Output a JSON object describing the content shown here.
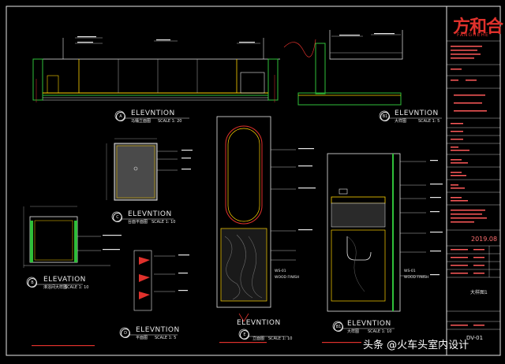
{
  "views": {
    "a": {
      "id": "A",
      "title": "ELEVNTION",
      "subtitle": "马桶立面图",
      "scale": "SCALE 1: 20"
    },
    "b1": {
      "id": "B1",
      "title": "ELEVNTION",
      "subtitle": "大样图",
      "scale": "SCALE 1: 5"
    },
    "c": {
      "id": "C",
      "title": "ELEVNTION",
      "subtitle": "台面平面图",
      "scale": "SCALE 1: 10"
    },
    "b": {
      "id": "B",
      "title": "ELEVATION",
      "subtitle": "淋浴间大样图",
      "scale": "SCALE 1: 10"
    },
    "d": {
      "id": "D",
      "title": "ELEVNTION",
      "subtitle": "平面图",
      "scale": "SCALE 1: 5"
    },
    "e": {
      "id": "E",
      "title": "ELEVNTION",
      "subtitle": "立面图",
      "scale": "SCALE 1: 10"
    },
    "f": {
      "id": "B1",
      "title": "ELEVNTION",
      "subtitle": "大样图",
      "scale": "SCALE 1: 10"
    }
  },
  "callouts": {
    "wood_finish_1": "WOOD FINISH",
    "wood_finish_2": "WOOD FINISH",
    "ws_1": "WS-01",
    "ws_2": "WS-01"
  },
  "title_block": {
    "brand": "方和合",
    "brand_sub": "FANGHEHE",
    "date": "2019.08",
    "drawing_label": "大样图1",
    "drawing_no": "DV-01"
  },
  "watermark": "头条 @火车头室内设计",
  "colors": {
    "background": "#000000",
    "frame": "#e8e8e8",
    "wall": "#2fbf3a",
    "detail": "#ffd400",
    "accent": "#e0312c",
    "dim": "#b0b0b0",
    "tile": "#6a6a6a"
  }
}
